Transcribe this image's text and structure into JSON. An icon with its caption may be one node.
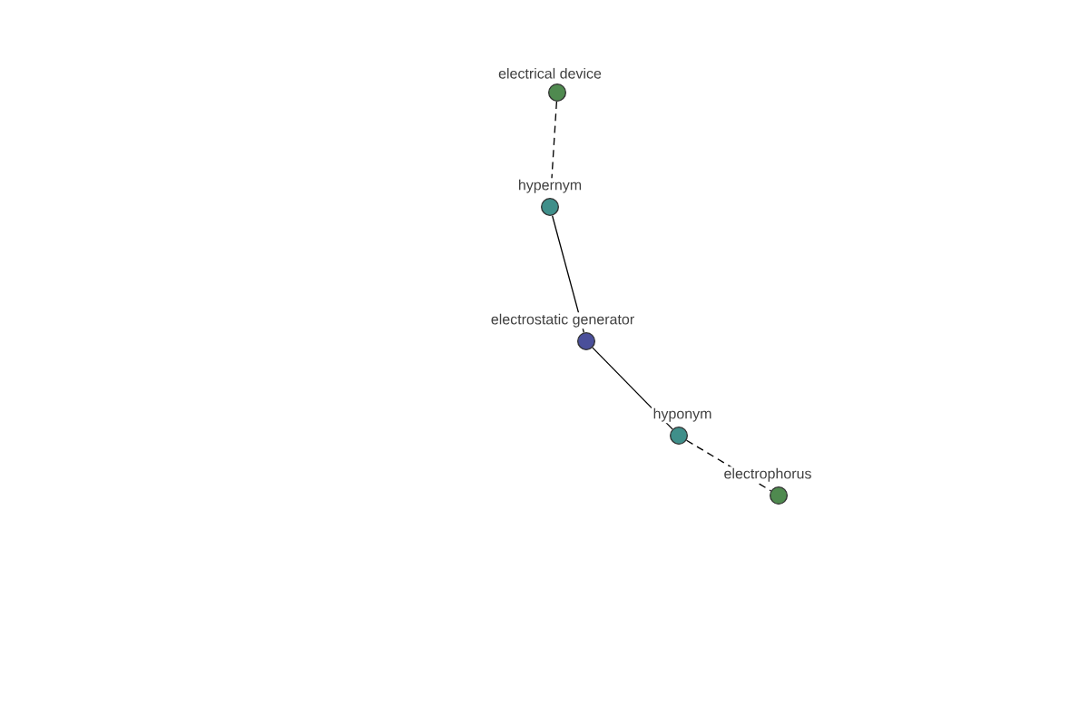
{
  "diagram": {
    "nodes": [
      {
        "text": [
          "electrical device"
        ]
      },
      {
        "text": [
          "hypernym"
        ]
      },
      {
        "text": [
          "electrostatic generator"
        ]
      },
      {
        "text": [
          "hyponym"
        ]
      },
      {
        "text": [
          "electrophorus"
        ]
      }
    ],
    "edges": [
      {
        "from": 0,
        "to": 1,
        "arrow": "none",
        "style": "dashed"
      },
      {
        "from": 1,
        "to": 2,
        "arrow": "none"
      },
      {
        "from": 2,
        "to": 3,
        "arrow": "none"
      },
      {
        "from": 3,
        "to": 4,
        "arrow": "none",
        "style": "dashed"
      }
    ]
  }
}
